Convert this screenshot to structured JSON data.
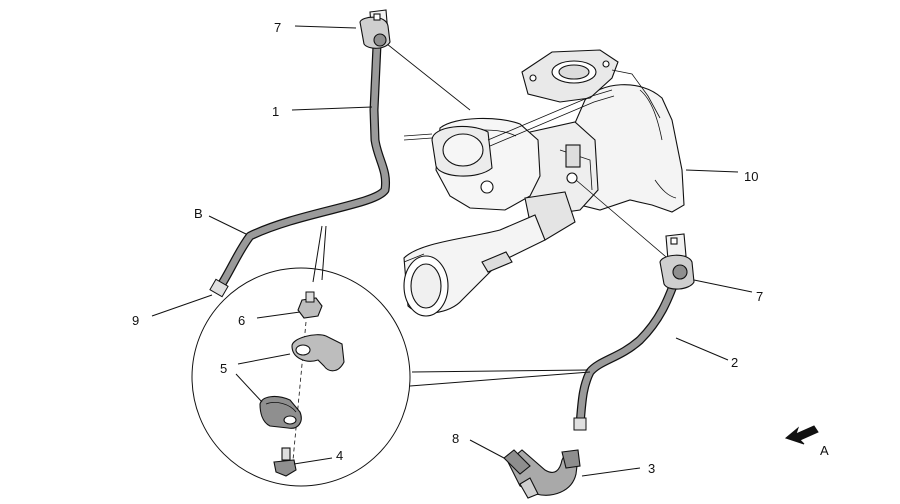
{
  "callouts": {
    "c1": "1",
    "c2": "2",
    "c3": "3",
    "c4": "4",
    "c5": "5",
    "c6": "6",
    "c7_top": "7",
    "c7_right": "7",
    "c8": "8",
    "c9": "9",
    "c10": "10",
    "cB": "B",
    "cA": "A"
  },
  "colors": {
    "line": "#111111",
    "fill_light": "#f2f2f2",
    "fill_mid": "#bdbdbd",
    "fill_dark": "#8a8a8a"
  }
}
